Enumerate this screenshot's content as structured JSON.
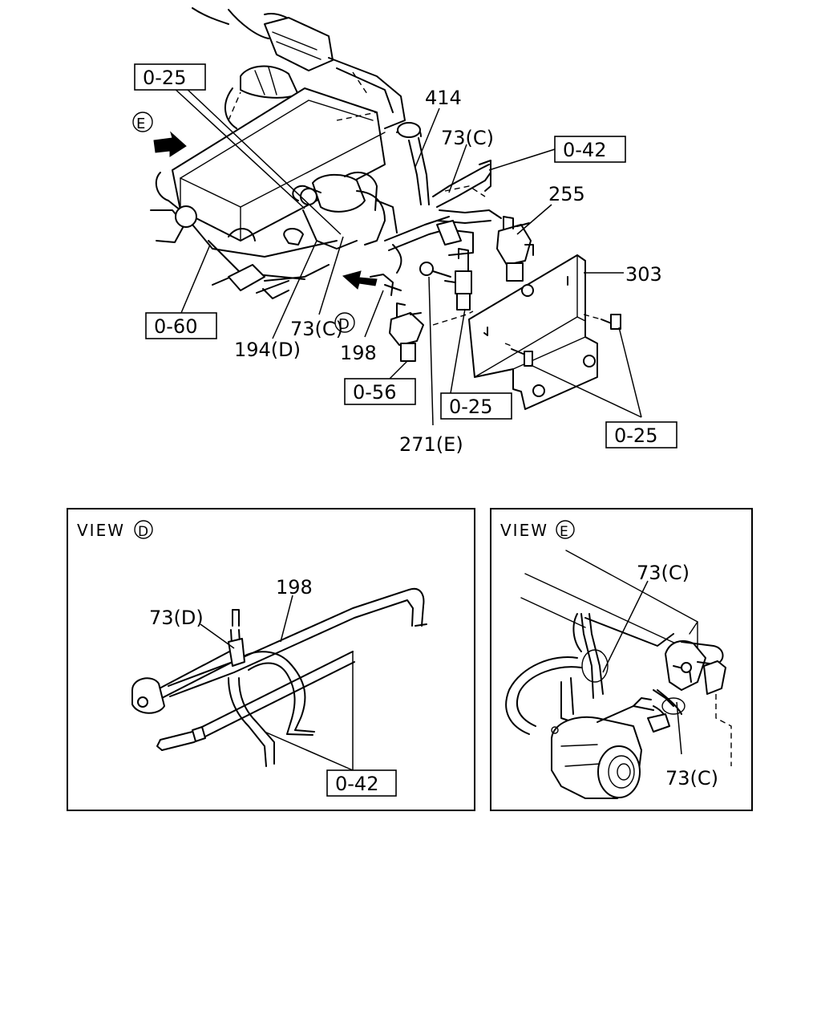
{
  "main_view": {
    "ref_boxes": {
      "r025_top": "0-25",
      "r042": "0-42",
      "r060": "0-60",
      "r056": "0-56",
      "r025_mid": "0-25",
      "r025_right": "0-25"
    },
    "part_labels": {
      "p414": "414",
      "p73c_top": "73(C)",
      "p255": "255",
      "p303": "303",
      "p73c_bottom": "73(C)",
      "p194d": "194(D)",
      "p198": "198",
      "p271e": "271(E)"
    },
    "view_markers": {
      "e": "E",
      "d": "D"
    }
  },
  "view_d_panel": {
    "title_prefix": "VIEW",
    "title_letter": "D",
    "part_labels": {
      "p198": "198",
      "p73d": "73(D)"
    },
    "ref_boxes": {
      "r042": "0-42"
    }
  },
  "view_e_panel": {
    "title_prefix": "VIEW",
    "title_letter": "E",
    "part_labels": {
      "p73c_top": "73(C)",
      "p73c_bottom": "73(C)"
    }
  }
}
